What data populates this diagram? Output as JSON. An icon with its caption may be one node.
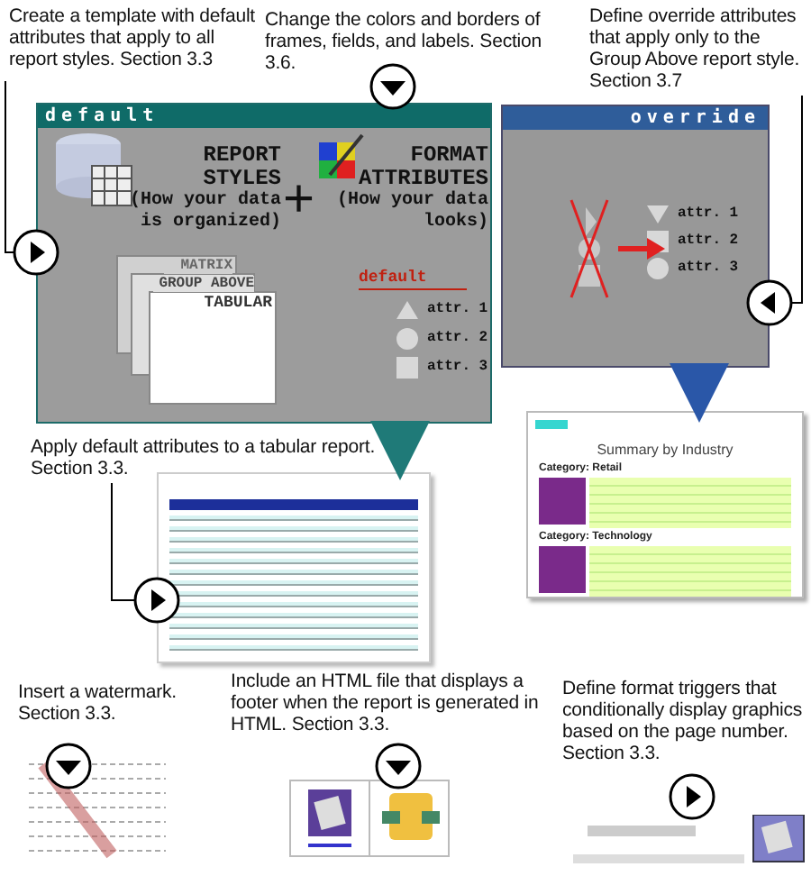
{
  "diagram": {
    "nodes": [
      {
        "text": [
          "Create a template with default attributes that apply to all report styles. Section 3.3"
        ]
      },
      {
        "text": [
          "Change the colors and borders of frames, fields, and labels. Section 3.6."
        ]
      },
      {
        "text": [
          "Define override attributes that apply only to the Group Above report style. Section 3.7"
        ]
      },
      {
        "text": [
          "default"
        ]
      },
      {
        "text": [
          "REPORT STYLES",
          "(How your data is organized)"
        ],
        "in": 3
      },
      {
        "text": [
          "FORMAT ATTRIBUTES",
          "(How your data looks)"
        ],
        "in": 3
      },
      {
        "text": [
          "override"
        ]
      },
      {
        "text": [
          "Apply default attributes to a tabular report. Section 3.3."
        ]
      },
      {
        "text": [],
        "shape": "picture"
      },
      {
        "text": [
          "Summary by Industry",
          "Category: Retail",
          "Category: Technology"
        ]
      },
      {
        "text": [
          "Insert a watermark. Section 3.3."
        ]
      },
      {
        "text": [
          "Include an HTML file that displays a footer when the report is generated in HTML. Section 3.3."
        ]
      },
      {
        "text": [
          "Define format triggers that conditionally display graphics based on the page number. Section 3.3."
        ]
      },
      {
        "text": [],
        "shape": "picture"
      },
      {
        "text": [],
        "shape": "picture"
      },
      {
        "text": [],
        "shape": "picture"
      }
    ],
    "edges": [
      {
        "from": 0,
        "to": 3,
        "arrow": "other"
      },
      {
        "from": 2,
        "to": 6,
        "arrow": "other"
      },
      {
        "from": 7,
        "to": 8,
        "arrow": "other"
      },
      {
        "from": 3,
        "to": 8,
        "arrow": "to",
        "style": "thick",
        "color": "#1f7a78"
      },
      {
        "from": 6,
        "to": 9,
        "arrow": "to",
        "style": "thick",
        "color": "#2a57a8"
      }
    ],
    "labels": [
      "+",
      "MATRIX",
      "GROUP ABOVE",
      "TABULAR",
      "default",
      "attr. 1",
      "attr. 2",
      "attr. 3",
      "attr. 1",
      "attr. 2",
      "attr. 3"
    ]
  }
}
